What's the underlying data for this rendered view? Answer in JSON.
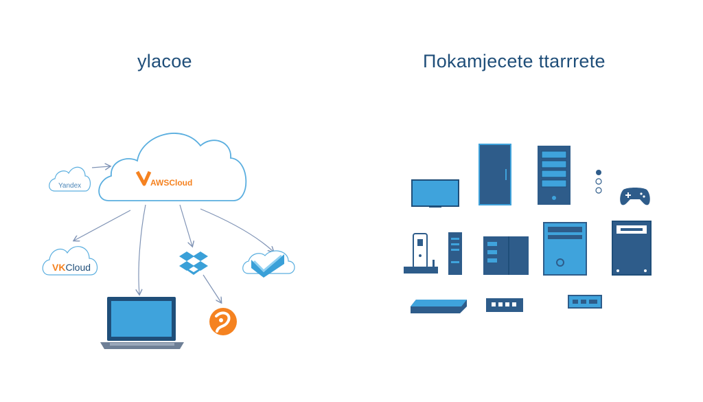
{
  "titles": {
    "left": "ylacoe",
    "right": "Пokamjecete ttarrrete"
  },
  "cloud_labels": {
    "main": "AWSCloud",
    "yandex": "Yandex",
    "vk_prefix": "VK",
    "vk_suffix": "Cloud"
  },
  "colors": {
    "title": "#1f4e79",
    "cloud_stroke": "#5aaedf",
    "arrow": "#7f93b5",
    "device_dark": "#2e5c8a",
    "device_light": "#3fa3dc",
    "orange": "#f58220",
    "dropbox": "#3aa0d8"
  }
}
